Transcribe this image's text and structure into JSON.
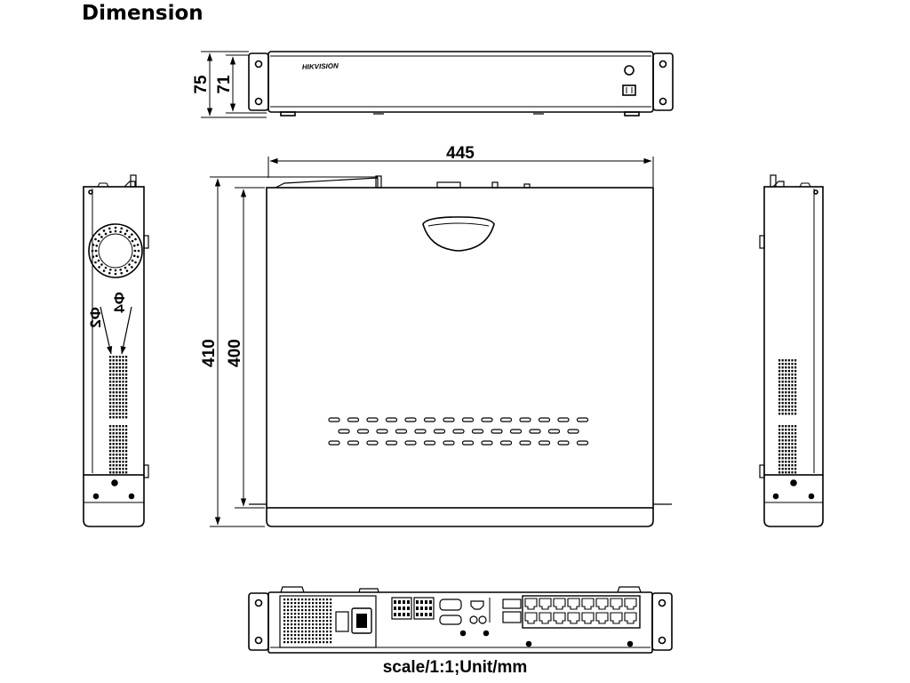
{
  "title": "Dimension",
  "scale_note": "scale/1:1;Unit/mm",
  "brand_logo": "HIKVISION",
  "dimensions": {
    "front_height_outer": "75",
    "front_height_inner": "71",
    "top_width": "445",
    "top_depth_outer": "410",
    "top_depth_inner": "400",
    "hole_small": "Φ2",
    "hole_large": "Φ4"
  },
  "lan_port_count": 16,
  "colors": {
    "line": "#000000",
    "background": "#ffffff"
  }
}
